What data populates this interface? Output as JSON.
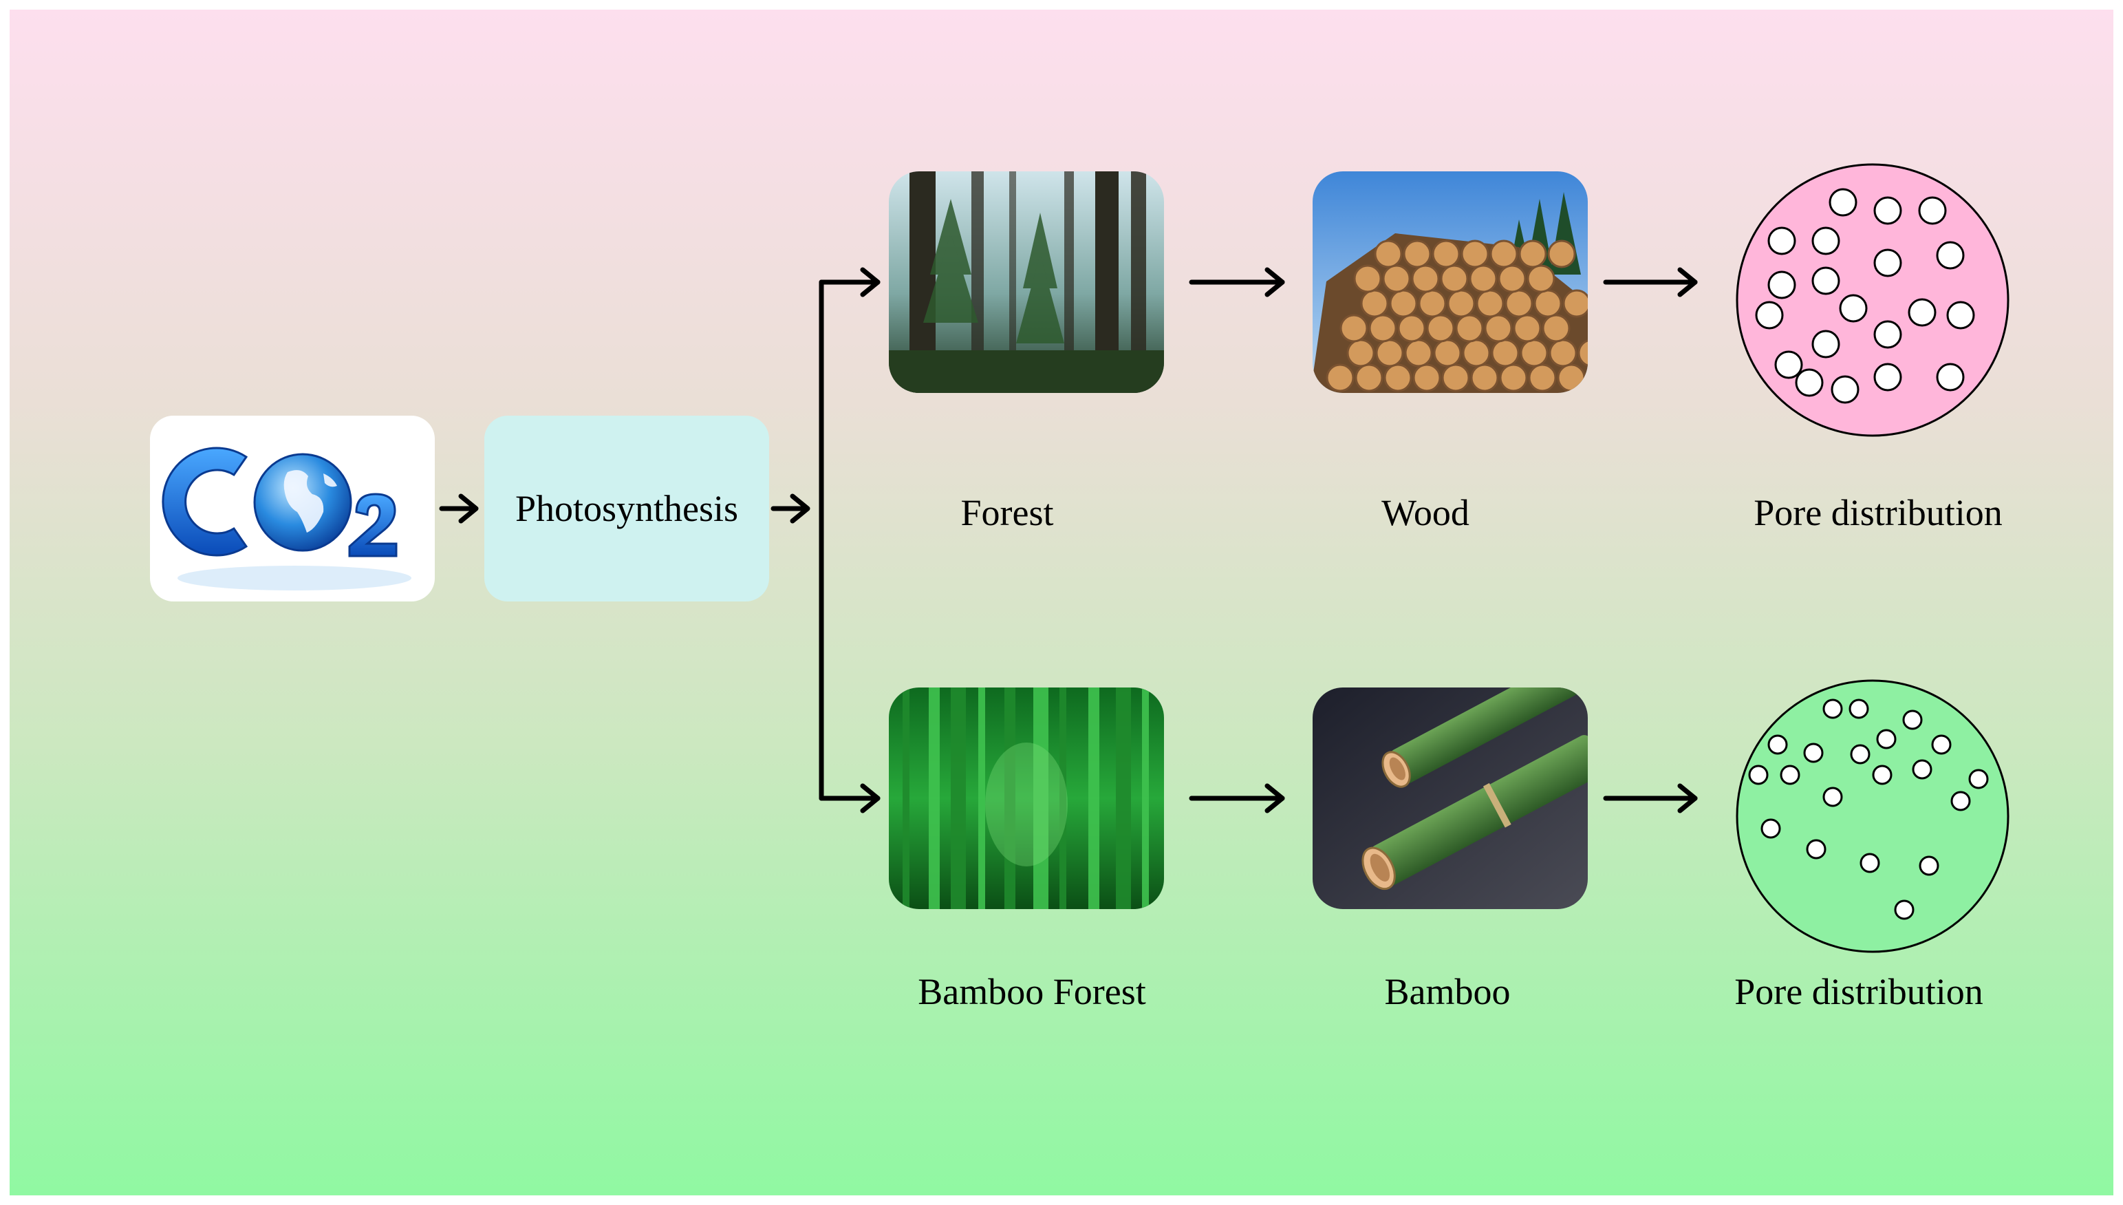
{
  "diagram": {
    "process_label": "Photosynthesis",
    "top_branch": {
      "stage1_label": "Forest",
      "stage2_label": "Wood",
      "stage3_label": "Pore distribution",
      "pore_fill": "#ffb6da"
    },
    "bottom_branch": {
      "stage1_label": "Bamboo Forest",
      "stage2_label": "Bamboo",
      "stage3_label": "Pore distribution",
      "pore_fill": "#8ef0a2"
    },
    "icons": {
      "source": "co2-globe-icon",
      "forest": "forest-photo",
      "wood": "log-pile-photo",
      "bamboo_forest": "bamboo-forest-photo",
      "bamboo": "bamboo-stalk-photo"
    }
  }
}
